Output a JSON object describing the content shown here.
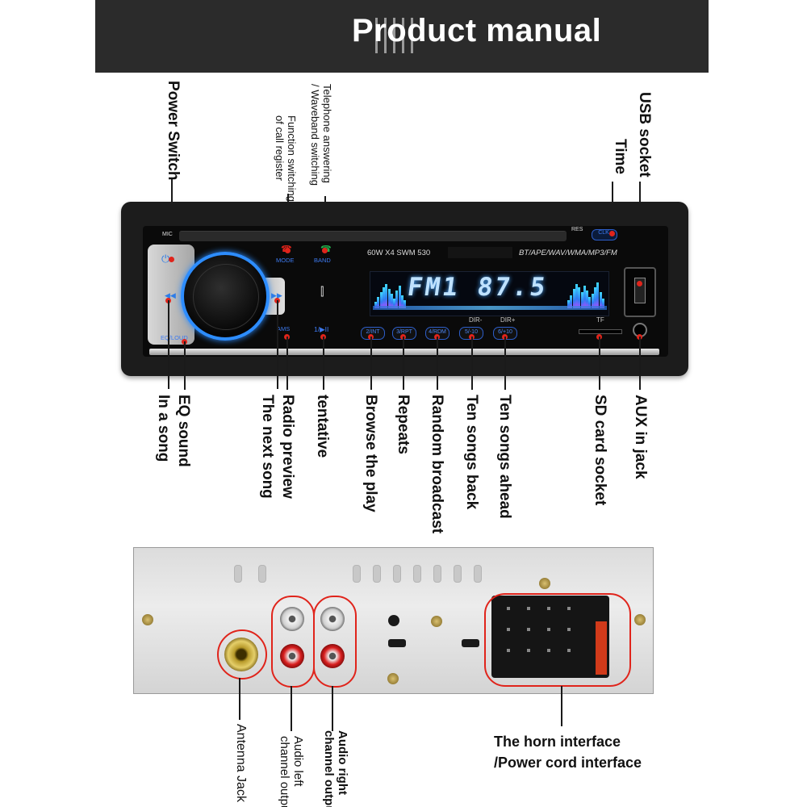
{
  "header": {
    "title": "Product manual"
  },
  "front_labels": {
    "power_switch": "Power Switch",
    "telephone_1": "Telephone answering",
    "telephone_2": "/ Waveband switching",
    "function_1": "Function switching",
    "function_2": "of call register",
    "time": "Time",
    "usb_socket": "USB socket",
    "eq_sound": "EQ sound",
    "in_a_song": "In a song",
    "radio_preview": "Radio preview",
    "next_song": "The next song",
    "tentative": "tentative",
    "browse": "Browse the play",
    "repeats": "Repeats",
    "random": "Random broadcast",
    "ten_back": "Ten songs back",
    "ten_ahead": "Ten songs ahead",
    "sd_socket": "SD card socket",
    "aux_jack": "AUX in jack"
  },
  "unit": {
    "mic": "MIC",
    "res": "RES",
    "clk": "CLK",
    "mode": "MODE",
    "band": "BAND",
    "model_left": "60W X4   SWM 530",
    "model_right": "BT/APE/WAV/WMA/MP3/FM",
    "display": "FM1 87.5",
    "ams": "AMS",
    "play_pause": "1/▶II",
    "eq_loud": "EQ/LOUD",
    "dir_minus": "DIR-",
    "dir_plus": "DIR+",
    "tf": "TF",
    "buttons": [
      "2/INT",
      "3/RPT",
      "4/RDM",
      "5/-10",
      "6/+10"
    ]
  },
  "back_labels": {
    "antenna": "Antenna Jack",
    "left_1": "Audio left",
    "left_2": "channel output",
    "right_1": "Audio right",
    "right_2": "channel output",
    "horn_1": "The horn interface",
    "horn_2": "/Power cord interface"
  },
  "colors": {
    "accent": "#e0241b",
    "display_blue": "#3d7af0",
    "header_bg": "#2b2b2b"
  }
}
